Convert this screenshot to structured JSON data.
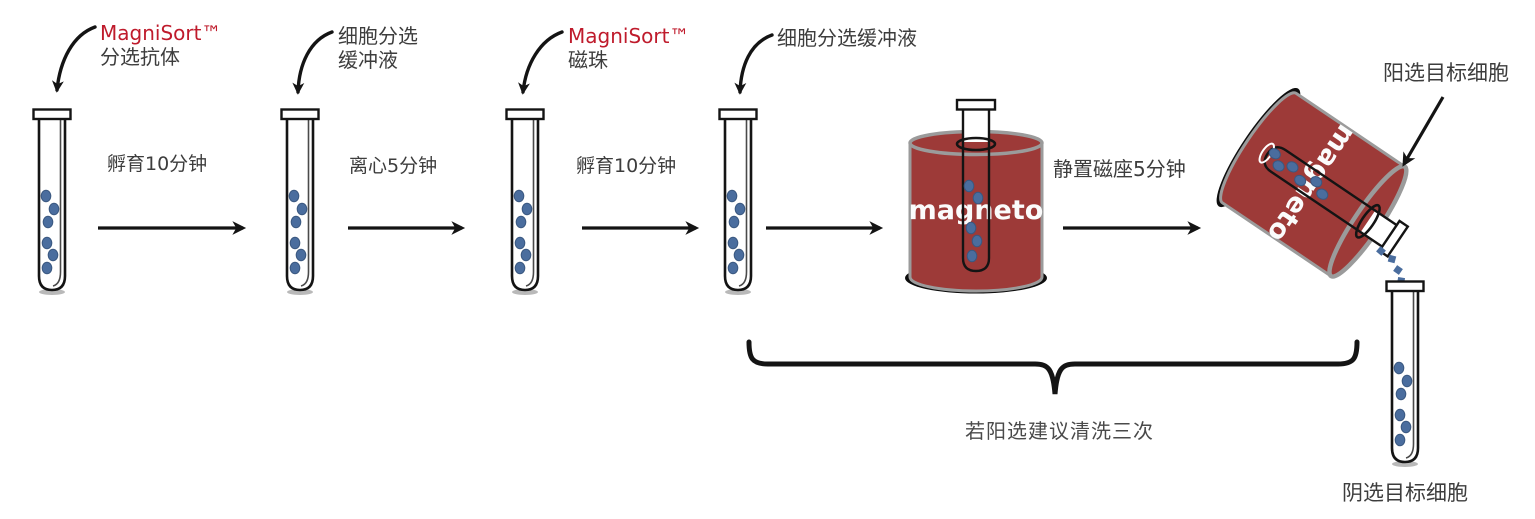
{
  "diagram": {
    "steps": [
      {
        "reagent_line1": "MagniSort™",
        "reagent_line2": "分选抗体",
        "arrow_label": "孵育10分钟"
      },
      {
        "reagent_line1": "细胞分选",
        "reagent_line2": "缓冲液",
        "arrow_label": "离心5分钟"
      },
      {
        "reagent_line1": "MagniSort™",
        "reagent_line2": "磁珠",
        "arrow_label": "孵育10分钟"
      },
      {
        "reagent_line1": "细胞分选缓冲液",
        "reagent_line2": "",
        "arrow_label": ""
      }
    ],
    "magnet": {
      "device_label": "magneto",
      "incubation_label": "静置磁座5分钟"
    },
    "results": {
      "positive_label": "阳选目标细胞",
      "negative_label": "阴选目标细胞",
      "wash_note": "若阳选建议清洗三次"
    }
  },
  "colors": {
    "brand_red": "#bf1b2c",
    "text_gray": "#3d3d3d",
    "magnet_red": "#9d3a38",
    "bead_blue": "#4a6d9e",
    "rim_gray": "#9b9b9b",
    "line_black": "#141414"
  }
}
